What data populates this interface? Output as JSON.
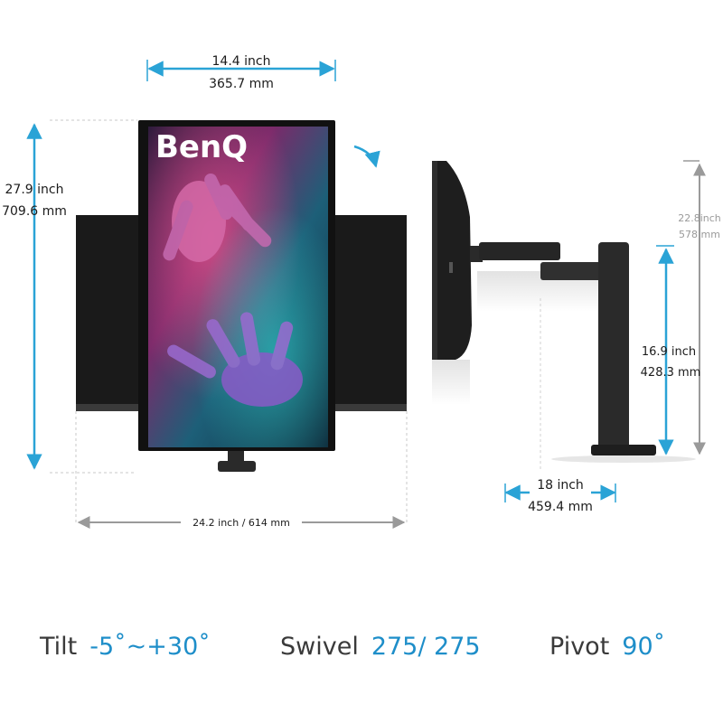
{
  "brand": "BenQ",
  "colors": {
    "accent": "#2aa3d6",
    "dim_gray": "#9a9a9a",
    "text": "#1b1b1b",
    "spec_value": "#1e8ec9"
  },
  "icons": {
    "rotate": "curved-arrow-icon"
  },
  "front_view": {
    "width_inch": "14.4 inch",
    "width_mm": "365.7 mm",
    "height_inch": "27.9 inch",
    "height_mm": "709.6 mm",
    "total_width": "24.2 inch / 614 mm"
  },
  "side_view": {
    "max_height_inch": "22.8inch",
    "max_height_mm": "578 mm",
    "arm_height_inch": "16.9 inch",
    "arm_height_mm": "428.3 mm",
    "reach_inch": "18 inch",
    "reach_mm": "459.4 mm"
  },
  "specs": {
    "tilt_label": "Tilt",
    "tilt_value": "-5˚~+30˚",
    "swivel_label": "Swivel",
    "swivel_value": "275/ 275",
    "pivot_label": "Pivot",
    "pivot_value": "90˚"
  }
}
